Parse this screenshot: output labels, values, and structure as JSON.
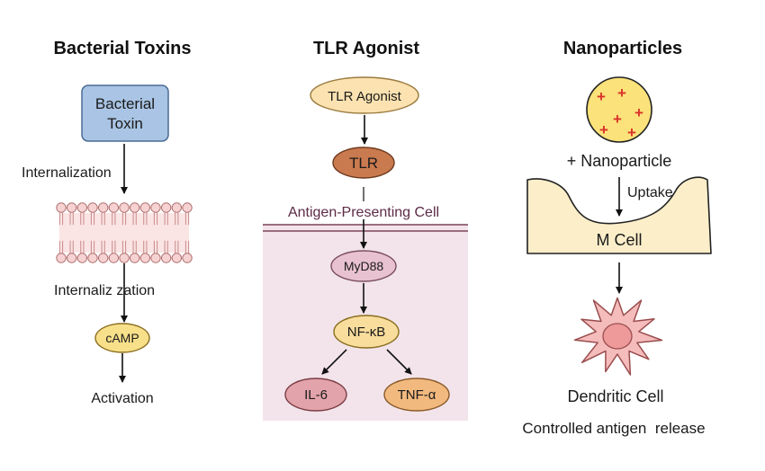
{
  "columns": {
    "bacterial": {
      "title": "Bacterial Toxins",
      "toxin_line1": "Bacterial",
      "toxin_line2": "Toxin",
      "internalization_top": "Internalization",
      "internalization_bottom": "Internaliz zation",
      "camp": "cAMP",
      "activation": "Activation"
    },
    "tlr": {
      "title": "TLR Agonist",
      "agonist": "TLR Agonist",
      "tlr": "TLR",
      "apc": "Antigen-Presenting Cell",
      "myd88": "MyD88",
      "nfkb": "NF-κB",
      "il6": "IL-6",
      "tnfa": "TNF-α"
    },
    "nano": {
      "title": "Nanoparticles",
      "nanoparticle": "+ Nanoparticle",
      "uptake": "Uptake",
      "mcell": "M Cell",
      "dendritic": "Dendritic Cell",
      "release": "Controlled antigen  release"
    }
  },
  "colors": {
    "toxin_box": "#a9c4e4",
    "agonist": "#fbe2b0",
    "tlr": "#c97a4f",
    "apc_bg": "#f2e4ea",
    "myd88": "#e8c2d0",
    "nfkb": "#f8dd9c",
    "il6": "#e3a3aa",
    "tnfa": "#f2b97e",
    "camp": "#f8e08a",
    "nanoparticle": "#fbe27a",
    "mcell": "#fbeec9",
    "dendritic": "#f5bcbc",
    "membrane": "#f3c8c8"
  }
}
